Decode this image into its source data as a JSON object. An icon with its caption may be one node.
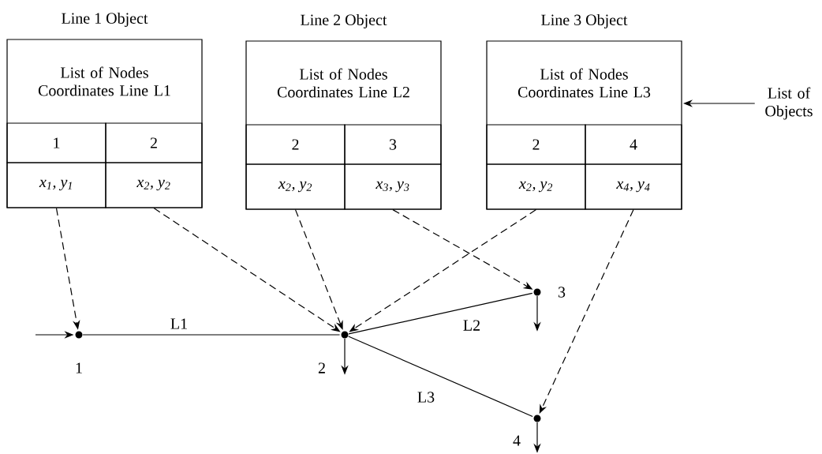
{
  "diagram": {
    "nodes": [
      {
        "text": [
          "Line 1 Object",
          "List of Nodes Coordinates Line L1"
        ]
      },
      {
        "text": [
          "1"
        ],
        "in": 0
      },
      {
        "text": [
          "2"
        ],
        "in": 0
      },
      {
        "text": [
          "x$_{1}$, y$_{1}$"
        ],
        "in": 0
      },
      {
        "text": [
          "x$_{2}$, y$_{2}$"
        ],
        "in": 0
      },
      {
        "text": [
          "Line 2 Object",
          "List of Nodes Coordinates Line L2"
        ]
      },
      {
        "text": [
          "2"
        ],
        "in": 5
      },
      {
        "text": [
          "3"
        ],
        "in": 5
      },
      {
        "text": [
          "x$_{2}$, y$_{2}$"
        ],
        "in": 5
      },
      {
        "text": [
          "x$_{3}$, y$_{3}$"
        ],
        "in": 5
      },
      {
        "text": [
          "Line 3 Object",
          "List of Nodes Coordinates Line L3"
        ]
      },
      {
        "text": [
          "2"
        ],
        "in": 10
      },
      {
        "text": [
          "4"
        ],
        "in": 10
      },
      {
        "text": [
          "x$_{2}$, y$_{2}$"
        ],
        "in": 10
      },
      {
        "text": [
          "x$_{4}$, y$_{4}$"
        ],
        "in": 10
      },
      {
        "text": [
          "List of Objects"
        ]
      },
      {
        "text": [],
        "shape": "circle",
        "beside": [
          "1"
        ]
      },
      {
        "text": [],
        "shape": "circle",
        "beside": [
          "2"
        ]
      },
      {
        "text": [],
        "shape": "circle",
        "beside": [
          "3"
        ]
      },
      {
        "text": [],
        "shape": "circle",
        "beside": [
          "4"
        ]
      }
    ],
    "edges": [
      {
        "from": 15,
        "to": 10,
        "arrow": "to"
      },
      {
        "from": null,
        "to": 16,
        "arrow": "to"
      },
      {
        "from": 16,
        "to": 17,
        "arrow": "none",
        "label": "L1"
      },
      {
        "from": 17,
        "to": 18,
        "arrow": "none",
        "label": "L2"
      },
      {
        "from": 17,
        "to": 19,
        "arrow": "none",
        "label": "L3"
      },
      {
        "from": 17,
        "to": null,
        "arrow": "to"
      },
      {
        "from": 18,
        "to": null,
        "arrow": "to"
      },
      {
        "from": 19,
        "to": null,
        "arrow": "to"
      },
      {
        "from": 3,
        "to": 16,
        "arrow": "to",
        "style": "dashed"
      },
      {
        "from": 4,
        "to": 17,
        "arrow": "to",
        "style": "dashed"
      },
      {
        "from": 8,
        "to": 17,
        "arrow": "to",
        "style": "dashed"
      },
      {
        "from": 9,
        "to": 18,
        "arrow": "to",
        "style": "dashed"
      },
      {
        "from": 13,
        "to": 17,
        "arrow": "to",
        "style": "dashed"
      },
      {
        "from": 14,
        "to": 19,
        "arrow": "to",
        "style": "dashed"
      }
    ]
  }
}
